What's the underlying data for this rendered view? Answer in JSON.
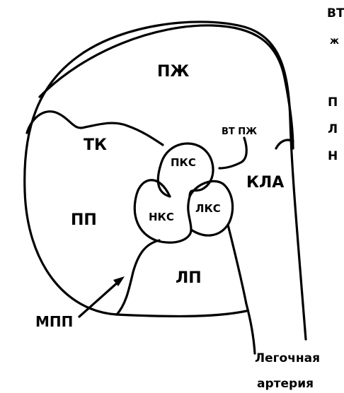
{
  "labels": {
    "pzh": "ПЖ",
    "tk": "ТК",
    "vt_pzh": "ВТ ПЖ",
    "pks": "ПКС",
    "lks": "ЛКС",
    "nks": "НКС",
    "kla": "КЛА",
    "pp": "ПП",
    "lp": "ЛП",
    "mpp": "МПП",
    "pulmonary_artery_line1": "Легочная",
    "pulmonary_artery_line2": "артерия"
  },
  "clipped_legend": {
    "line1": "ВТ",
    "line2": "ж",
    "line3": "П",
    "line4": "Л",
    "line5": "Н"
  },
  "colors": {
    "stroke": "#000000",
    "background": "#ffffff"
  }
}
